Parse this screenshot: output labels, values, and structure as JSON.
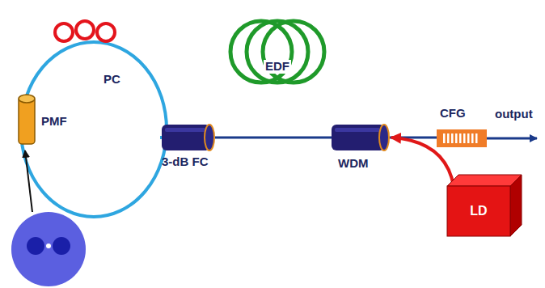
{
  "diagram": {
    "nodes": [
      {
        "text": [
          "PC"
        ]
      },
      {
        "text": [
          "PMF"
        ]
      },
      {
        "text": [
          "3-dB FC"
        ]
      },
      {
        "text": [
          "EDF"
        ]
      },
      {
        "text": [
          "WDM"
        ]
      },
      {
        "text": [
          "CFG"
        ]
      },
      {
        "text": [
          "LD"
        ]
      }
    ],
    "edges": [
      {
        "from": 2,
        "to": 3,
        "arrow": "none"
      },
      {
        "from": 3,
        "to": 4,
        "arrow": "none"
      },
      {
        "from": 4,
        "to": 5,
        "arrow": "none"
      },
      {
        "from": 6,
        "to": 4,
        "arrow": "to"
      }
    ],
    "labels": [
      "output"
    ]
  }
}
